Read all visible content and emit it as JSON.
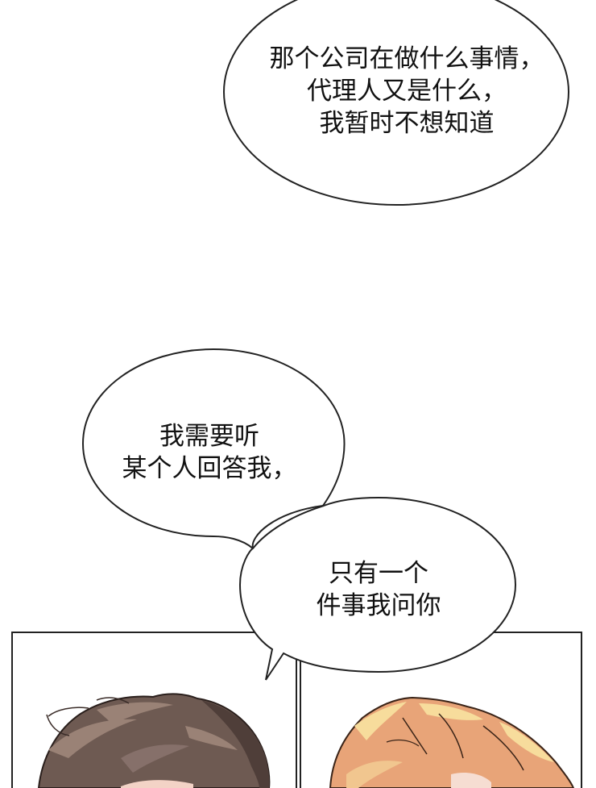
{
  "page": {
    "type": "webtoon-panel",
    "background": "#ffffff"
  },
  "bubbles": [
    {
      "id": "speech-bubble-top",
      "lines": [
        "那个公司在做什么事情，",
        "代理人又是什么，",
        "我暂时不想知道"
      ]
    },
    {
      "id": "speech-bubble-middle",
      "lines": [
        "我需要听",
        "某个人回答我，"
      ]
    },
    {
      "id": "speech-bubble-bottom",
      "lines": [
        "只有一个",
        "件事我问你"
      ]
    }
  ],
  "panels": [
    {
      "id": "panel-left",
      "character": "dark-brown-haired-man",
      "hair_color": "#6e5a52"
    },
    {
      "id": "panel-right",
      "character": "blonde-haired-man",
      "hair_color": "#e9a777"
    }
  ],
  "colors": {
    "outline": "#222222",
    "text": "#111111",
    "hair_dark": "#5e4a44",
    "hair_dark_highlight": "#9a8276",
    "hair_blonde": "#e8a478",
    "hair_blonde_highlight": "#f7dc9c",
    "skin": "#f3d3c6"
  }
}
